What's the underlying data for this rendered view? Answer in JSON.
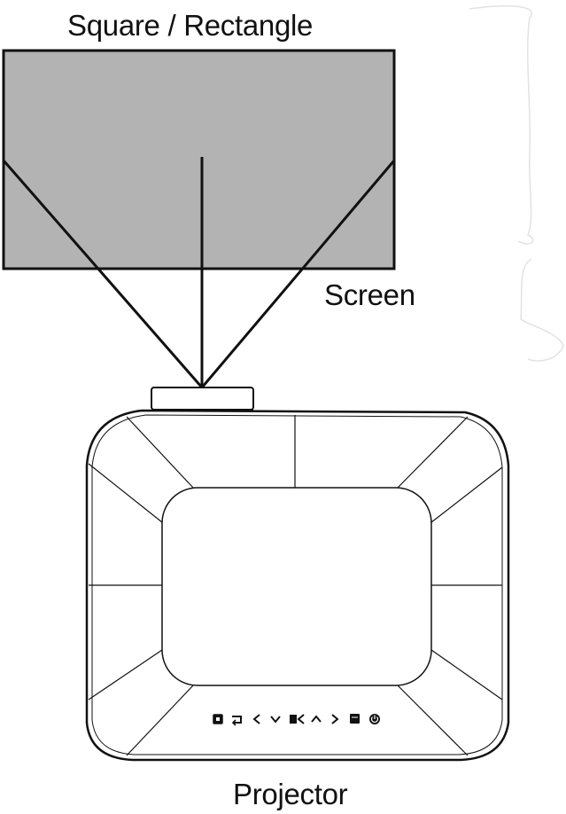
{
  "labels": {
    "shape": "Square / Rectangle",
    "screen": "Screen",
    "projector": "Projector"
  },
  "colors": {
    "screen_fill": "#b3b3b3",
    "line": "#111111",
    "background": "#ffffff"
  },
  "control_panel_icons": [
    "menu-icon",
    "return-icon",
    "left-arrow-icon",
    "down-arrow-icon",
    "keystone-icon",
    "up-arrow-icon",
    "right-arrow-icon",
    "source-icon",
    "power-icon"
  ]
}
